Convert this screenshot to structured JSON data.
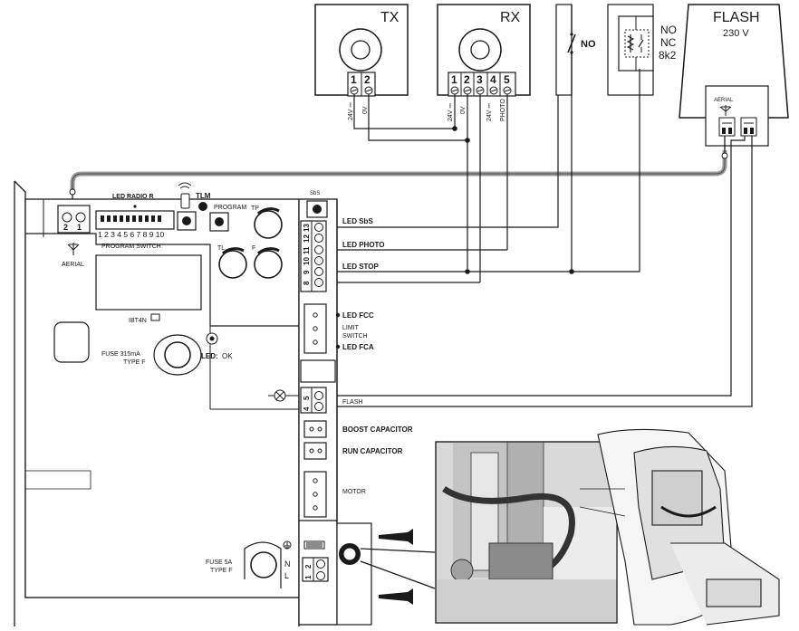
{
  "tx": {
    "title": "TX",
    "terminals": [
      "1",
      "2"
    ],
    "terminal_labels": [
      "24V ⎓",
      "0V"
    ]
  },
  "rx": {
    "title": "RX",
    "terminals": [
      "1",
      "2",
      "3",
      "4",
      "5"
    ],
    "terminal_labels": [
      "24V ⎓",
      "0V",
      "24V ⎓",
      "PHOTO"
    ]
  },
  "switch_no": {
    "label": "NO"
  },
  "safety_edge": {
    "labels": [
      "NO",
      "NC",
      "8k2"
    ]
  },
  "flash": {
    "title": "FLASH",
    "voltage": "230 V",
    "aerial_label": "AERIAL"
  },
  "board": {
    "aerial_terminals": [
      "2",
      "1"
    ],
    "aerial_label": "AERIAL",
    "led_radio": "LED RADIO R",
    "dip_numbers": "1 2 3 4 5 6 7 8 9 10",
    "program_switch": "PROGRAM SWITCH",
    "tlm": "TLM",
    "program": "PROGRAM",
    "sbs": "SbS",
    "tp": "TP",
    "tl": "TL",
    "f": "F",
    "ibt4n": "IBT4N",
    "fuse_top": [
      "FUSE 315mA",
      "TYPE F"
    ],
    "led_ok_bold": "LED:",
    "led_ok": "OK",
    "terminal_block": [
      "13",
      "12",
      "11",
      "10",
      "9",
      "8"
    ],
    "led_sbs": "LED SbS",
    "led_photo": "LED PHOTO",
    "led_stop": "LED STOP",
    "led_fcc": "LED FCC",
    "limit_switch": [
      "LIMIT",
      "SWITCH"
    ],
    "led_fca": "LED FCA",
    "flash_terminals": [
      "5",
      "4"
    ],
    "flash_label": "FLASH",
    "boost_capacitor": "BOOST CAPACITOR",
    "run_capacitor": "RUN CAPACITOR",
    "motor": "MOTOR",
    "fuse_bottom": [
      "FUSE 5A",
      "TYPE F"
    ],
    "power_terminals": [
      "2",
      "1"
    ],
    "n_label": "N",
    "l_label": "L"
  },
  "colors": {
    "line": "#1a1a1a",
    "aerial_cable": "#9a9a9a",
    "board_fill": "#ffffff",
    "photo_gray": "#b5b5b5"
  },
  "icons": [
    "antenna-icon",
    "wifi-remote-icon",
    "lamp-icon",
    "ground-icon",
    "screw-icon",
    "transformer-icon"
  ]
}
